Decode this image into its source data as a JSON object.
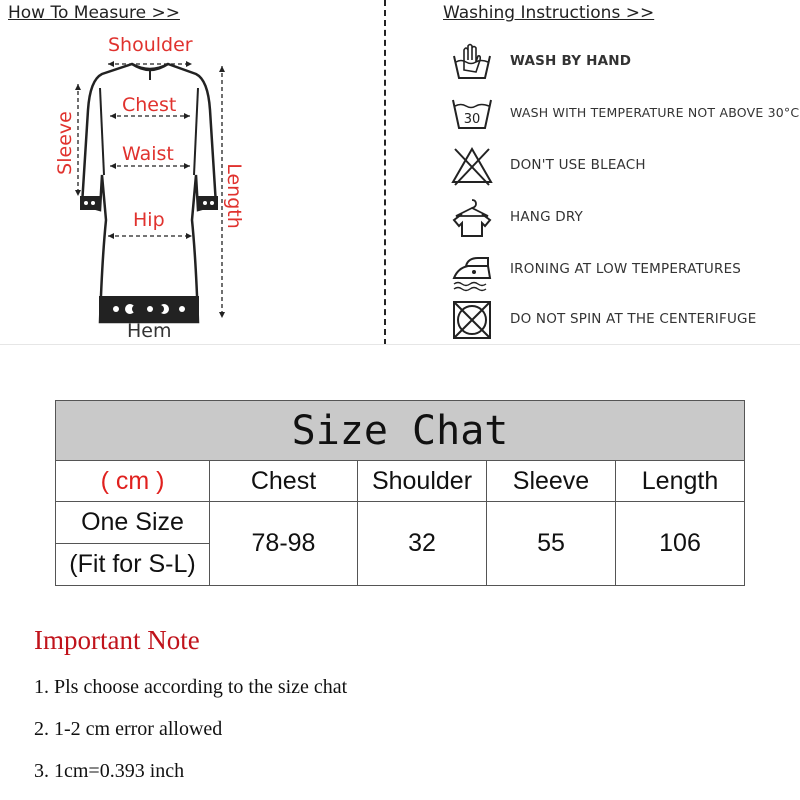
{
  "measure": {
    "title": "How To Measure >>",
    "labels": {
      "shoulder": "Shoulder",
      "chest": "Chest",
      "waist": "Waist",
      "hip": "Hip",
      "hem": "Hem",
      "sleeve": "Sleeve",
      "length": "Length"
    },
    "accent_color": "#e0322e"
  },
  "washing": {
    "title": "Washing Instructions >>",
    "temperature_mark": "30",
    "items": [
      {
        "icon": "hand-wash-icon",
        "label": "WASH BY HAND"
      },
      {
        "icon": "wash-30-icon",
        "label": "WASH WITH TEMPERATURE NOT ABOVE 30°C"
      },
      {
        "icon": "no-bleach-icon",
        "label": "DON'T USE BLEACH"
      },
      {
        "icon": "hang-dry-icon",
        "label": "HANG DRY"
      },
      {
        "icon": "iron-low-icon",
        "label": "IRONING AT LOW TEMPERATURES"
      },
      {
        "icon": "no-spin-icon",
        "label": "DO NOT SPIN AT THE CENTERIFUGE"
      }
    ]
  },
  "size_table": {
    "title": "Size Chat",
    "headers": [
      "( cm )",
      "Chest",
      "Shoulder",
      "Sleeve",
      "Length"
    ],
    "size_name": "One Size",
    "size_note": "(Fit for S-L)",
    "values": [
      "78-98",
      "32",
      "55",
      "106"
    ],
    "header_bg": "#c9c9c9",
    "unit_color": "#e0201e"
  },
  "notes": {
    "title": "Important Note",
    "title_color": "#c0131b",
    "items": [
      "1. Pls choose according to the size chat",
      "2. 1-2 cm error allowed",
      "3. 1cm=0.393 inch"
    ]
  }
}
